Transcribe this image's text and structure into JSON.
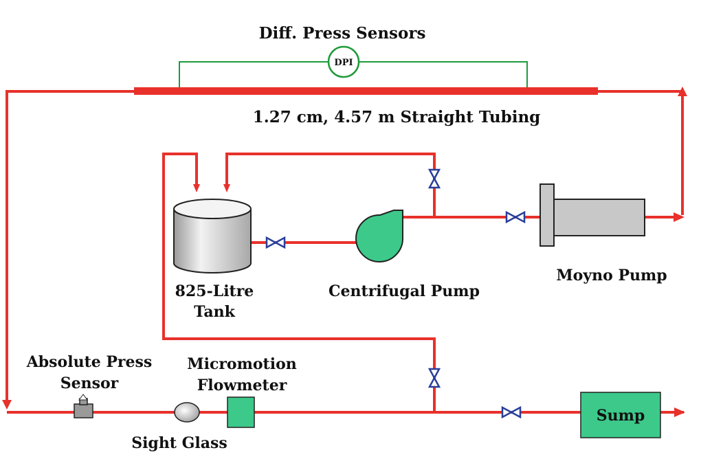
{
  "labels": {
    "diff_press": "Diff. Press Sensors",
    "dpi": "DPI",
    "tubing": "1.27 cm, 4.57 m Straight Tubing",
    "tank_line1": "825-Litre",
    "tank_line2": "Tank",
    "centrifugal": "Centrifugal Pump",
    "moyno": "Moyno Pump",
    "abs_line1": "Absolute Press",
    "abs_line2": "Sensor",
    "micro_line1": "Micromotion",
    "micro_line2": "Flowmeter",
    "sight": "Sight Glass",
    "sump": "Sump"
  },
  "colors": {
    "pipe": "#e8312b",
    "sensor_line": "#1f9a3a",
    "equipment_green": "#3cc98a",
    "valve": "#2a3f9a",
    "gray_body": "#c8c8c8",
    "text": "#111111"
  },
  "icons": {
    "valve": "bowtie-valve-icon",
    "arrow": "arrowhead-icon"
  }
}
